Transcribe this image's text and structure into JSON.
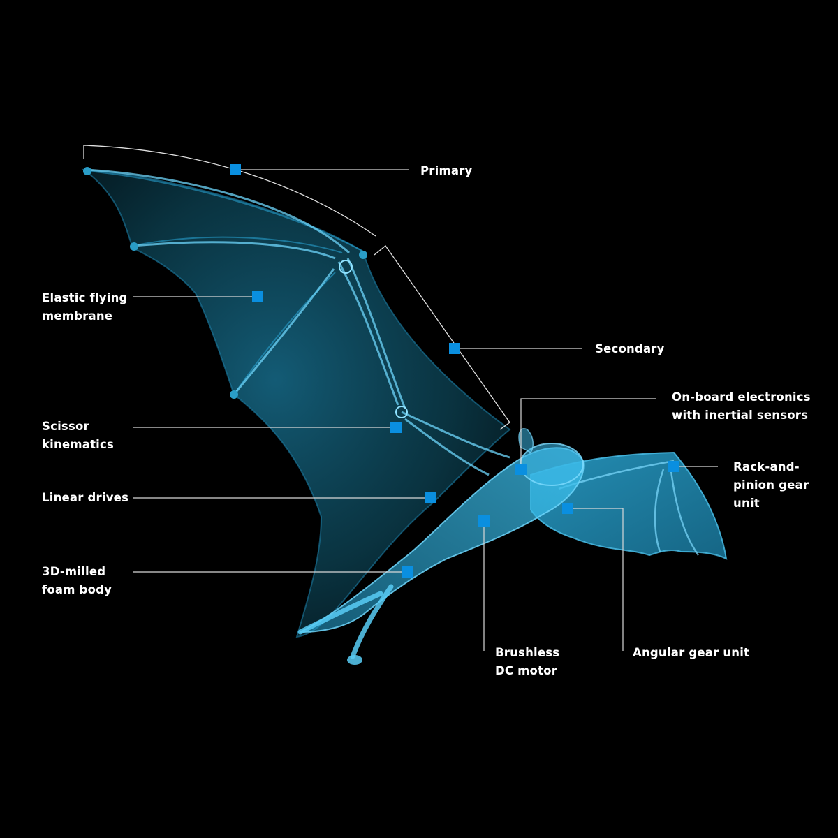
{
  "colors": {
    "background": "#000000",
    "membrane": "#1d8fb8",
    "skeleton": "#5fd0f5",
    "marker": "#0a8fe0",
    "leader_line": "#d8d8d8",
    "label_text": "#ffffff"
  },
  "callouts": {
    "primary": {
      "lines": [
        "Primary"
      ]
    },
    "elastic_membrane": {
      "lines": [
        "Elastic flying",
        "membrane"
      ]
    },
    "secondary": {
      "lines": [
        "Secondary"
      ]
    },
    "electronics": {
      "lines": [
        "On-board electronics",
        "with inertial sensors"
      ]
    },
    "scissor": {
      "lines": [
        "Scissor",
        "kinematics"
      ]
    },
    "rack_pinion": {
      "lines": [
        "Rack-and-",
        "pinion gear",
        "unit"
      ]
    },
    "linear_drives": {
      "lines": [
        "Linear drives"
      ]
    },
    "foam_body": {
      "lines": [
        "3D-milled",
        "foam body"
      ]
    },
    "brushless_motor": {
      "lines": [
        "Brushless",
        "DC motor"
      ]
    },
    "angular_gear": {
      "lines": [
        "Angular gear unit"
      ]
    }
  }
}
